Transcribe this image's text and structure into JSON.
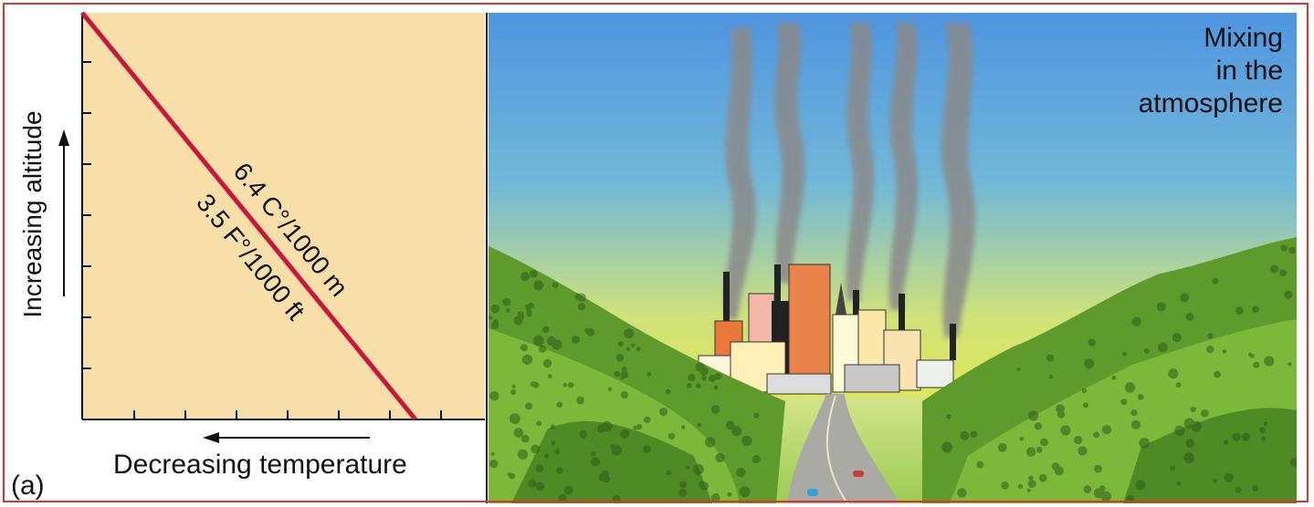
{
  "panel_label": "(a)",
  "graph": {
    "y_axis_label": "Increasing altitude",
    "x_axis_label": "Decreasing temperature",
    "lapse_rate_metric": "6.4 C°/1000 m",
    "lapse_rate_imperial": "3.5 F°/1000 ft",
    "background_color": "#f8dea8",
    "line_color": "#c8173a"
  },
  "scene": {
    "caption_lines": [
      "Mixing",
      "in the",
      "atmosphere"
    ],
    "sky_top_color": "#4f95e0",
    "sky_bottom_color": "#f2ee2a",
    "hill_color": "#5e9b2c",
    "frame_color": "#e0322c"
  }
}
